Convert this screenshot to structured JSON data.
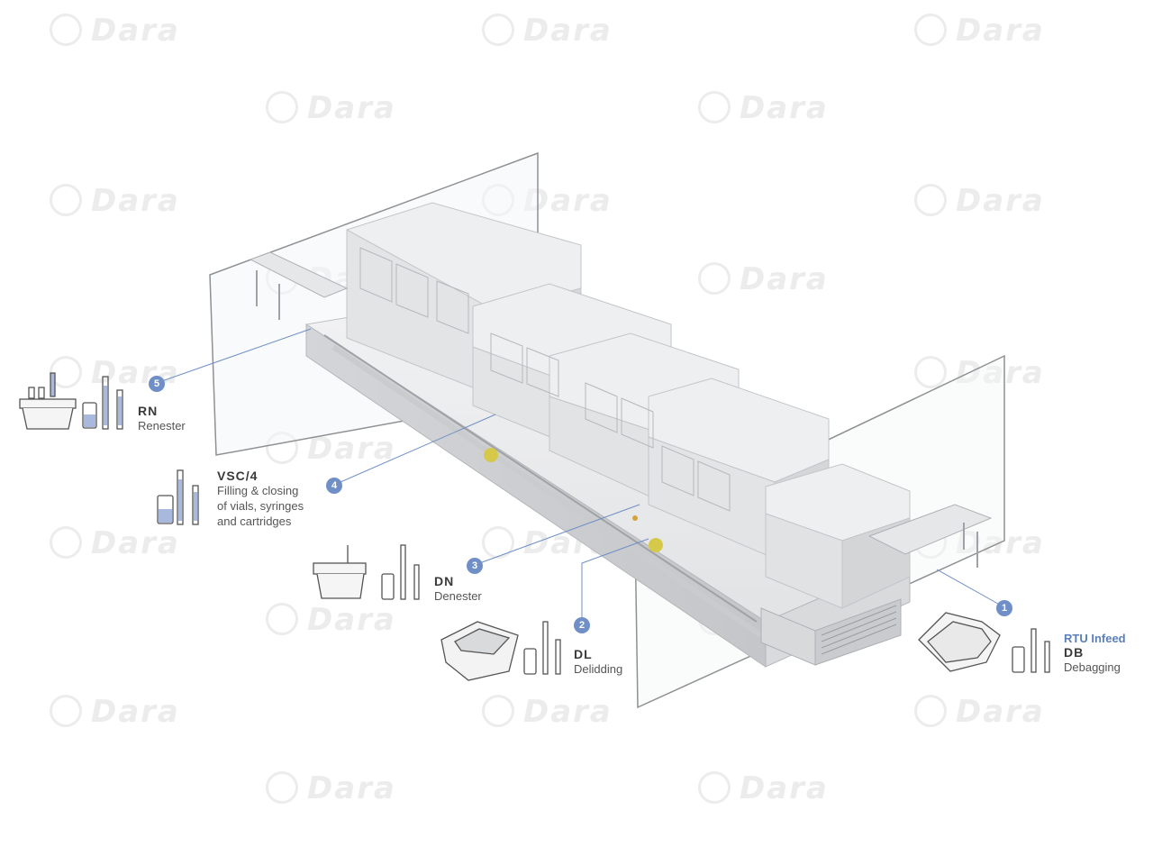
{
  "watermark": {
    "text": "Dara"
  },
  "colors": {
    "accent": "#6f8fc6",
    "accent_text": "#5b7fb8",
    "machine": "#e6e7e9",
    "outline": "#b9bbbe"
  },
  "stations": [
    {
      "number": "1",
      "code": "DB",
      "highlight": "RTU Infeed",
      "description": [
        "Debagging"
      ],
      "icon": "bag-tub-vial-syringe-icon"
    },
    {
      "number": "2",
      "code": "DL",
      "description": [
        "Delidding"
      ],
      "icon": "tub-vial-syringe-icon"
    },
    {
      "number": "3",
      "code": "DN",
      "description": [
        "Denester"
      ],
      "icon": "nest-vial-syringe-icon"
    },
    {
      "number": "4",
      "code": "VSC/4",
      "description": [
        "Filling & closing",
        "of vials, syringes",
        "and cartridges"
      ],
      "icon": "filled-vial-syringe-icon"
    },
    {
      "number": "5",
      "code": "RN",
      "description": [
        "Renester"
      ],
      "icon": "renest-tub-vial-syringe-icon"
    }
  ]
}
